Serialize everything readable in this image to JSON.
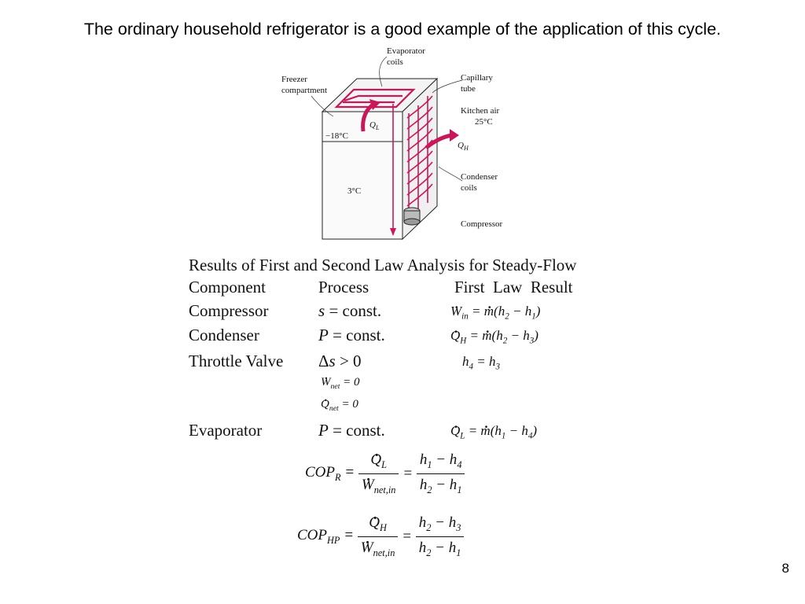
{
  "heading": "The ordinary household refrigerator is a good example of the application of this cycle.",
  "diagram": {
    "labels": {
      "evaporator": "Evaporator",
      "coils1": "coils",
      "freezer": "Freezer",
      "compartment": "compartment",
      "capillary": "Capillary",
      "tube": "tube",
      "kitchen_air": "Kitchen air",
      "kitchen_temp": "25°C",
      "freezer_temp": "−18°C",
      "fridge_temp": "3°C",
      "condenser": "Condenser",
      "coils2": "coils",
      "compressor": "Compressor",
      "ql": "Q",
      "ql_sub": "L",
      "qh": "Q",
      "qh_sub": "H"
    },
    "accent_color": "#c8185a"
  },
  "table": {
    "title": "Results of First and Second Law Analysis for Steady-Flow",
    "headers": [
      "Component",
      "Process",
      "First  Law  Result"
    ],
    "rows": [
      {
        "component": "Compressor",
        "process": "s = const.",
        "result": "Ẇin = ṁ(h2 − h1)"
      },
      {
        "component": "Condenser",
        "process": "P = const.",
        "result": "Q̇H = ṁ(h2 − h3)"
      },
      {
        "component": "Throttle Valve",
        "process": "Δs > 0",
        "result": "h4 = h3"
      },
      {
        "component": "",
        "process": "Ẇnet = 0",
        "result": ""
      },
      {
        "component": "",
        "process": "Q̇net = 0",
        "result": ""
      },
      {
        "component": "Evaporator",
        "process": "P = const.",
        "result": "Q̇L = ṁ(h1 − h4)"
      }
    ]
  },
  "equations": {
    "cop_r": "COP_R = Q̇L / Ẇnet,in = (h1 − h4) / (h2 − h1)",
    "cop_hp": "COP_HP = Q̇H / Ẇnet,in = (h2 − h3) / (h2 − h1)"
  },
  "page_number": "8"
}
